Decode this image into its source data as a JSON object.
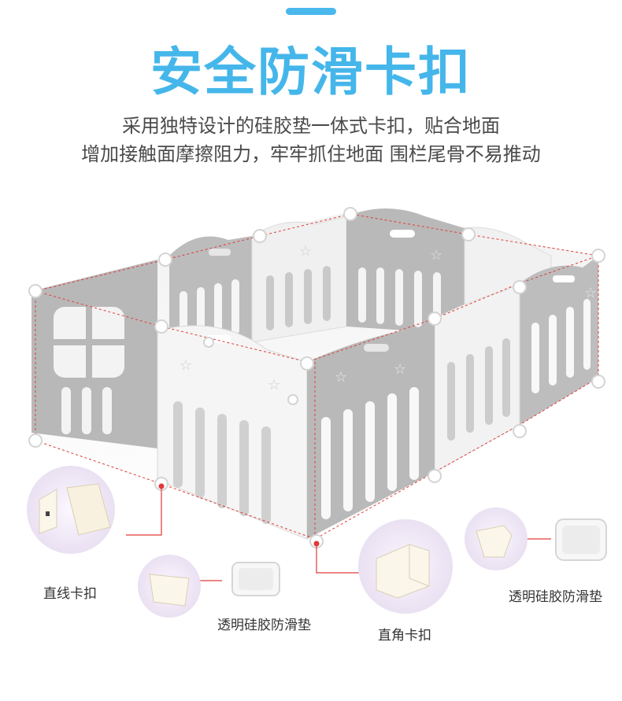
{
  "header": {
    "title": "安全防滑卡扣",
    "subtitle_line1": "采用独特设计的硅胶垫一体式卡扣，贴合地面",
    "subtitle_line2": "增加接触面摩擦阻力，牢牢抓住地面 围栏尾骨不易推动"
  },
  "labels": {
    "straight_clip": "直线卡扣",
    "silicone_pad_left": "透明硅胶防滑垫",
    "corner_clip": "直角卡扣",
    "silicone_pad_right": "透明硅胶防滑垫"
  },
  "colors": {
    "accent": "#45b6ea",
    "panel_gray": "#b9b9b9",
    "panel_white": "#f4f4f4",
    "guide_red": "#e23a3a"
  }
}
